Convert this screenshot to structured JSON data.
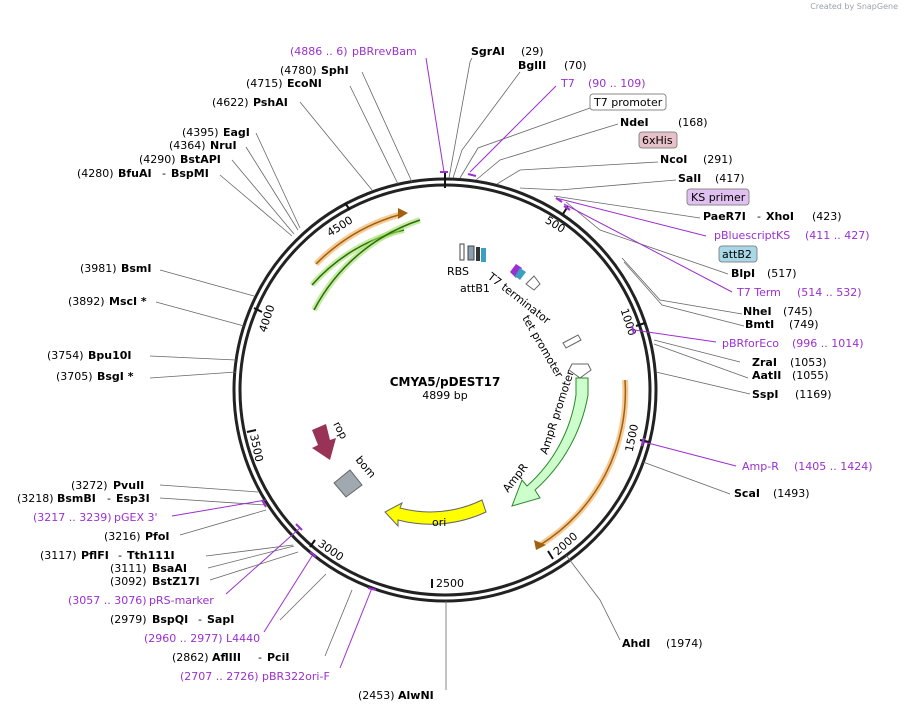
{
  "credit": "Created by SnapGene",
  "plasmid": {
    "name": "CMYA5/pDEST17",
    "length_label": "4899 bp"
  },
  "ticks": [
    "500",
    "1000",
    "1500",
    "2000",
    "2500",
    "3000",
    "3500",
    "4000",
    "4500"
  ],
  "enzymes": [
    {
      "pos": "(29)",
      "name": "SgrAI"
    },
    {
      "pos": "(70)",
      "name": "BglII"
    },
    {
      "pos": "(168)",
      "name": "NdeI"
    },
    {
      "pos": "(291)",
      "name": "NcoI"
    },
    {
      "pos": "(417)",
      "name": "SalI"
    },
    {
      "pos": "(423)",
      "name": "PaeR7I",
      "name2": "XhoI"
    },
    {
      "pos": "(517)",
      "name": "BlpI"
    },
    {
      "pos": "(745)",
      "name": "NheI"
    },
    {
      "pos": "(749)",
      "name": "BmtI"
    },
    {
      "pos": "(1053)",
      "name": "ZraI"
    },
    {
      "pos": "(1055)",
      "name": "AatII"
    },
    {
      "pos": "(1169)",
      "name": "SspI"
    },
    {
      "pos": "(1493)",
      "name": "ScaI"
    },
    {
      "pos": "(1974)",
      "name": "AhdI"
    },
    {
      "pos": "(2453)",
      "name": "AlwNI"
    },
    {
      "pos": "(2862)",
      "name": "AflIII",
      "name2": "PciI"
    },
    {
      "pos": "(2979)",
      "name": "BspQI",
      "name2": "SapI"
    },
    {
      "pos": "(3092)",
      "name": "BstZ17I"
    },
    {
      "pos": "(3111)",
      "name": "BsaAI"
    },
    {
      "pos": "(3117)",
      "name": "PflFI",
      "name2": "Tth111I"
    },
    {
      "pos": "(3216)",
      "name": "PfoI"
    },
    {
      "pos": "(3218)",
      "name": "BsmBI",
      "name2": "Esp3I"
    },
    {
      "pos": "(3272)",
      "name": "PvuII"
    },
    {
      "pos": "(3705)",
      "name": "BsgI *"
    },
    {
      "pos": "(3754)",
      "name": "Bpu10I"
    },
    {
      "pos": "(3892)",
      "name": "MscI *"
    },
    {
      "pos": "(3981)",
      "name": "BsmI"
    },
    {
      "pos": "(4280)",
      "name": "BfuAI",
      "name2": "BspMI"
    },
    {
      "pos": "(4290)",
      "name": "BstAPI"
    },
    {
      "pos": "(4364)",
      "name": "NruI"
    },
    {
      "pos": "(4395)",
      "name": "EagI"
    },
    {
      "pos": "(4622)",
      "name": "PshAI"
    },
    {
      "pos": "(4715)",
      "name": "EcoNI"
    },
    {
      "pos": "(4780)",
      "name": "SphI"
    }
  ],
  "primers": [
    {
      "name": "pBRrevBam",
      "range": "(4886 .. 6)"
    },
    {
      "name": "T7",
      "range": "(90 .. 109)"
    },
    {
      "name": "pBluescriptKS",
      "range": "(411 .. 427)"
    },
    {
      "name": "T7 Term",
      "range": "(514 .. 532)"
    },
    {
      "name": "pBRforEco",
      "range": "(996 .. 1014)"
    },
    {
      "name": "Amp-R",
      "range": "(1405 .. 1424)"
    },
    {
      "name": "pBR322ori-F",
      "range": "(2707 .. 2726)"
    },
    {
      "name": "L4440",
      "range": "(2960 .. 2977)"
    },
    {
      "name": "pRS-marker",
      "range": "(3057 .. 3076)"
    },
    {
      "name": "pGEX 3'",
      "range": "(3217 .. 3239)"
    }
  ],
  "boxed_labels": {
    "t7_promoter": "T7 promoter",
    "his": "6xHis",
    "ks_primer": "KS primer",
    "attb2": "attB2"
  },
  "features": {
    "rbs": "RBS",
    "attb1": "attB1",
    "t7_terminator": "T7 terminator",
    "tet_promoter": "tet promoter",
    "ampr_promoter": "AmpR promoter",
    "ampr": "AmpR",
    "ori": "ori",
    "rop": "rop",
    "bom": "bom"
  },
  "colors": {
    "primer": "#9b30d0",
    "ampr": "#ccffcc",
    "ori": "#ffff00",
    "rop": "#993355",
    "bom": "#a0a8b0",
    "orange_arc": "#f0a040",
    "green_arc": "#50a020",
    "his_box": "#e8c0c8",
    "ks_box": "#e0c0f0",
    "attb2_box": "#a8d8e8"
  }
}
